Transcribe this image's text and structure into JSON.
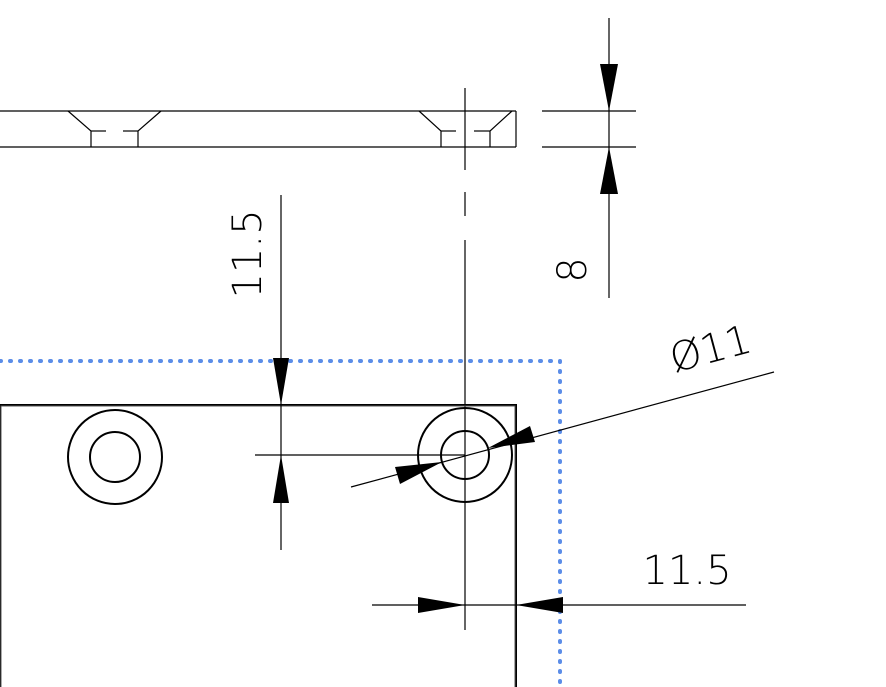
{
  "drawing": {
    "dimensions": {
      "hole_offset_vertical": "11.5",
      "plate_thickness": "8",
      "hole_diameter": "Ø11",
      "hole_offset_horizontal": "11.5"
    },
    "colors": {
      "line": "#000000",
      "selection_outline": "#5b8de8",
      "background": "#ffffff"
    }
  }
}
